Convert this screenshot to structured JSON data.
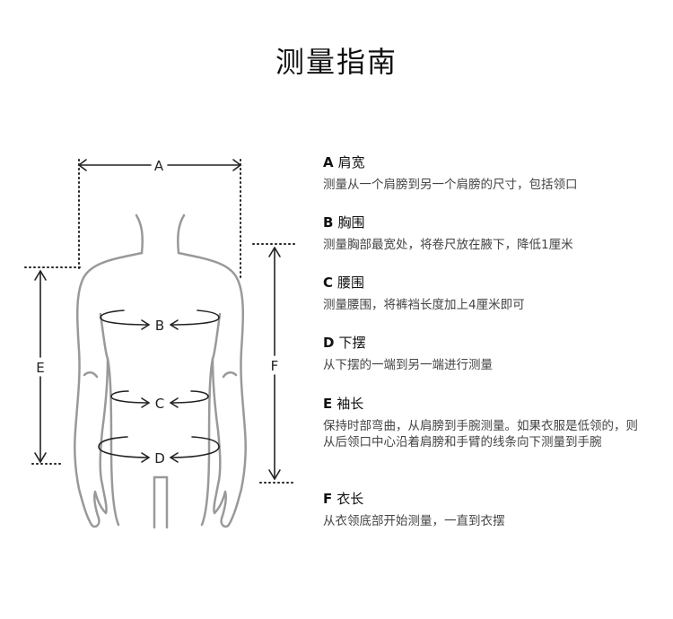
{
  "title": "测量指南",
  "figure": {
    "labels": {
      "a": "A",
      "b": "B",
      "c": "C",
      "d": "D",
      "e": "E",
      "f": "F"
    }
  },
  "items": [
    {
      "letter": "A",
      "name": "肩宽",
      "desc": "测量从一个肩膀到另一个肩膀的尺寸，包括领口"
    },
    {
      "letter": "B",
      "name": "胸围",
      "desc": "测量胸部最宽处，将卷尺放在腋下，降低1厘米"
    },
    {
      "letter": "C",
      "name": "腰围",
      "desc": "测量腰围，将裤裆长度加上4厘米即可"
    },
    {
      "letter": "D",
      "name": "下摆",
      "desc": "从下摆的一端到另一端进行测量"
    },
    {
      "letter": "E",
      "name": "袖长",
      "desc": "保持时部弯曲，从肩膀到手腕测量。如果衣服是低领的，则从后领口中心沿着肩膀和手臂的线条向下测量到手腕"
    },
    {
      "letter": "F",
      "name": "衣长",
      "desc": "从衣领底部开始测量，一直到衣摆"
    }
  ],
  "colors": {
    "body_outline": "#999999",
    "measure_line": "#222222"
  }
}
